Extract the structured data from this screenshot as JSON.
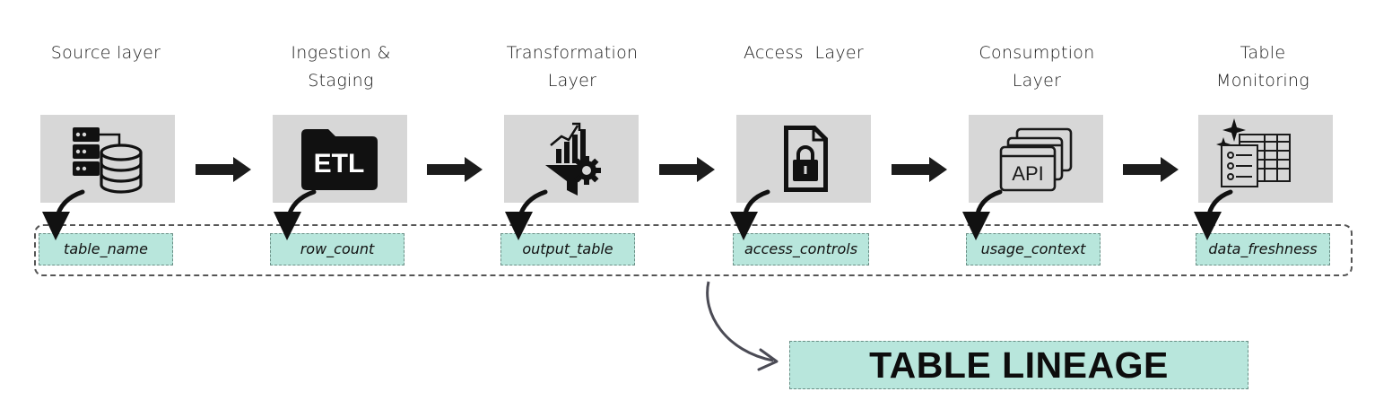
{
  "stages": [
    {
      "label_lines": [
        "Source layer"
      ],
      "icon": "database-server-icon",
      "attribute": "table_name"
    },
    {
      "label_lines": [
        "Ingestion &",
        "Staging"
      ],
      "icon": "etl-folder-icon",
      "attribute": "row_count"
    },
    {
      "label_lines": [
        "Transformation",
        "Layer"
      ],
      "icon": "chart-funnel-gear-icon",
      "attribute": "output_table"
    },
    {
      "label_lines": [
        "Access  Layer"
      ],
      "icon": "locked-document-icon",
      "attribute": "access_controls"
    },
    {
      "label_lines": [
        "Consumption",
        "Layer"
      ],
      "icon": "api-windows-icon",
      "attribute": "usage_context"
    },
    {
      "label_lines": [
        "Table",
        "Monitoring"
      ],
      "icon": "sparkle-table-checklist-icon",
      "attribute": "data_freshness"
    }
  ],
  "result": {
    "label": "TABLE LINEAGE"
  },
  "colors": {
    "tile_background": "#d7d7d7",
    "attribute_fill": "#b8e6dc",
    "arrow": "#1c1c1c",
    "connector": "#4b4b55"
  }
}
